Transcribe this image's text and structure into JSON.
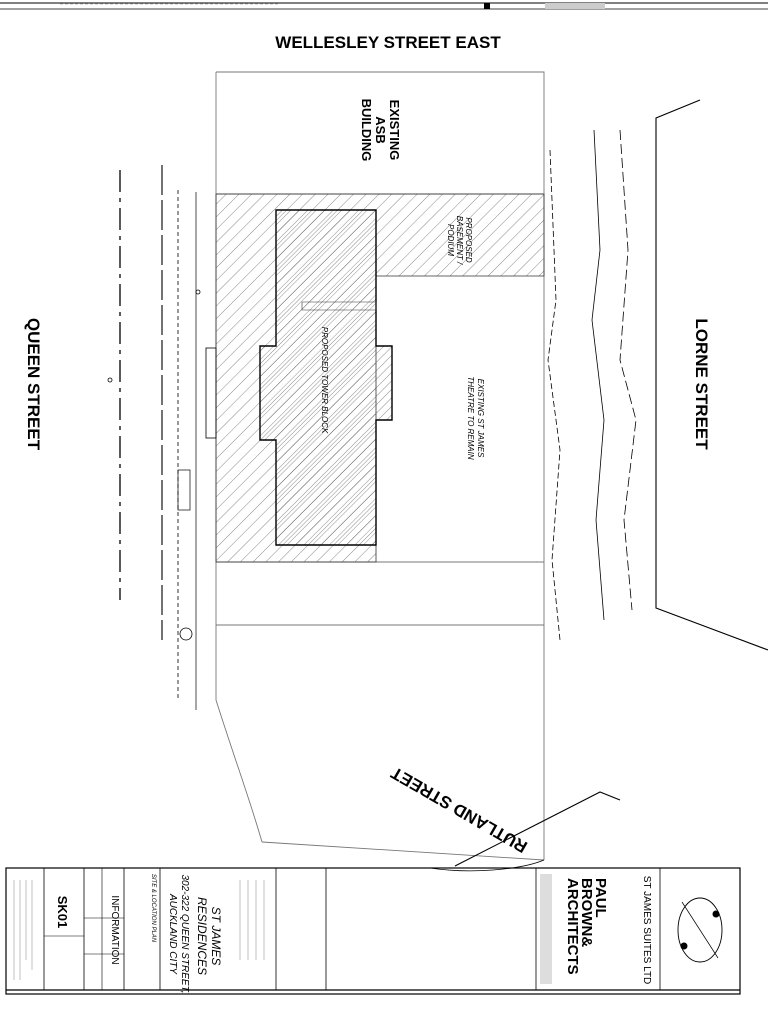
{
  "streets": {
    "wellesley": "WELLESLEY STREET EAST",
    "queen": "QUEEN STREET",
    "lorne": "LORNE STREET",
    "rutland": "RUTLAND STREET"
  },
  "plan_labels": {
    "asb_building": [
      "EXISTING",
      "ASB",
      "BUILDING"
    ],
    "podium": [
      "PROPOSED",
      "BASEMENT /",
      "PODIUM"
    ],
    "tower": "PROPOSED TOWER BLOCK",
    "theatre": [
      "EXISTING ST JAMES",
      "THEATRE TO REMAIN"
    ]
  },
  "title_block": {
    "client": "ST JAMES SUITES LTD",
    "architect": [
      "PAUL",
      "BROWN&",
      "ARCHITECTS"
    ],
    "project": [
      "ST JAMES",
      "RESIDENCES"
    ],
    "address": [
      "302-322 QUEEN STREET,",
      "AUCKLAND CITY"
    ],
    "sheet_title": "SITE & LOCATION PLAN",
    "status": "INFORMATION",
    "drawing_no": "SK01"
  }
}
